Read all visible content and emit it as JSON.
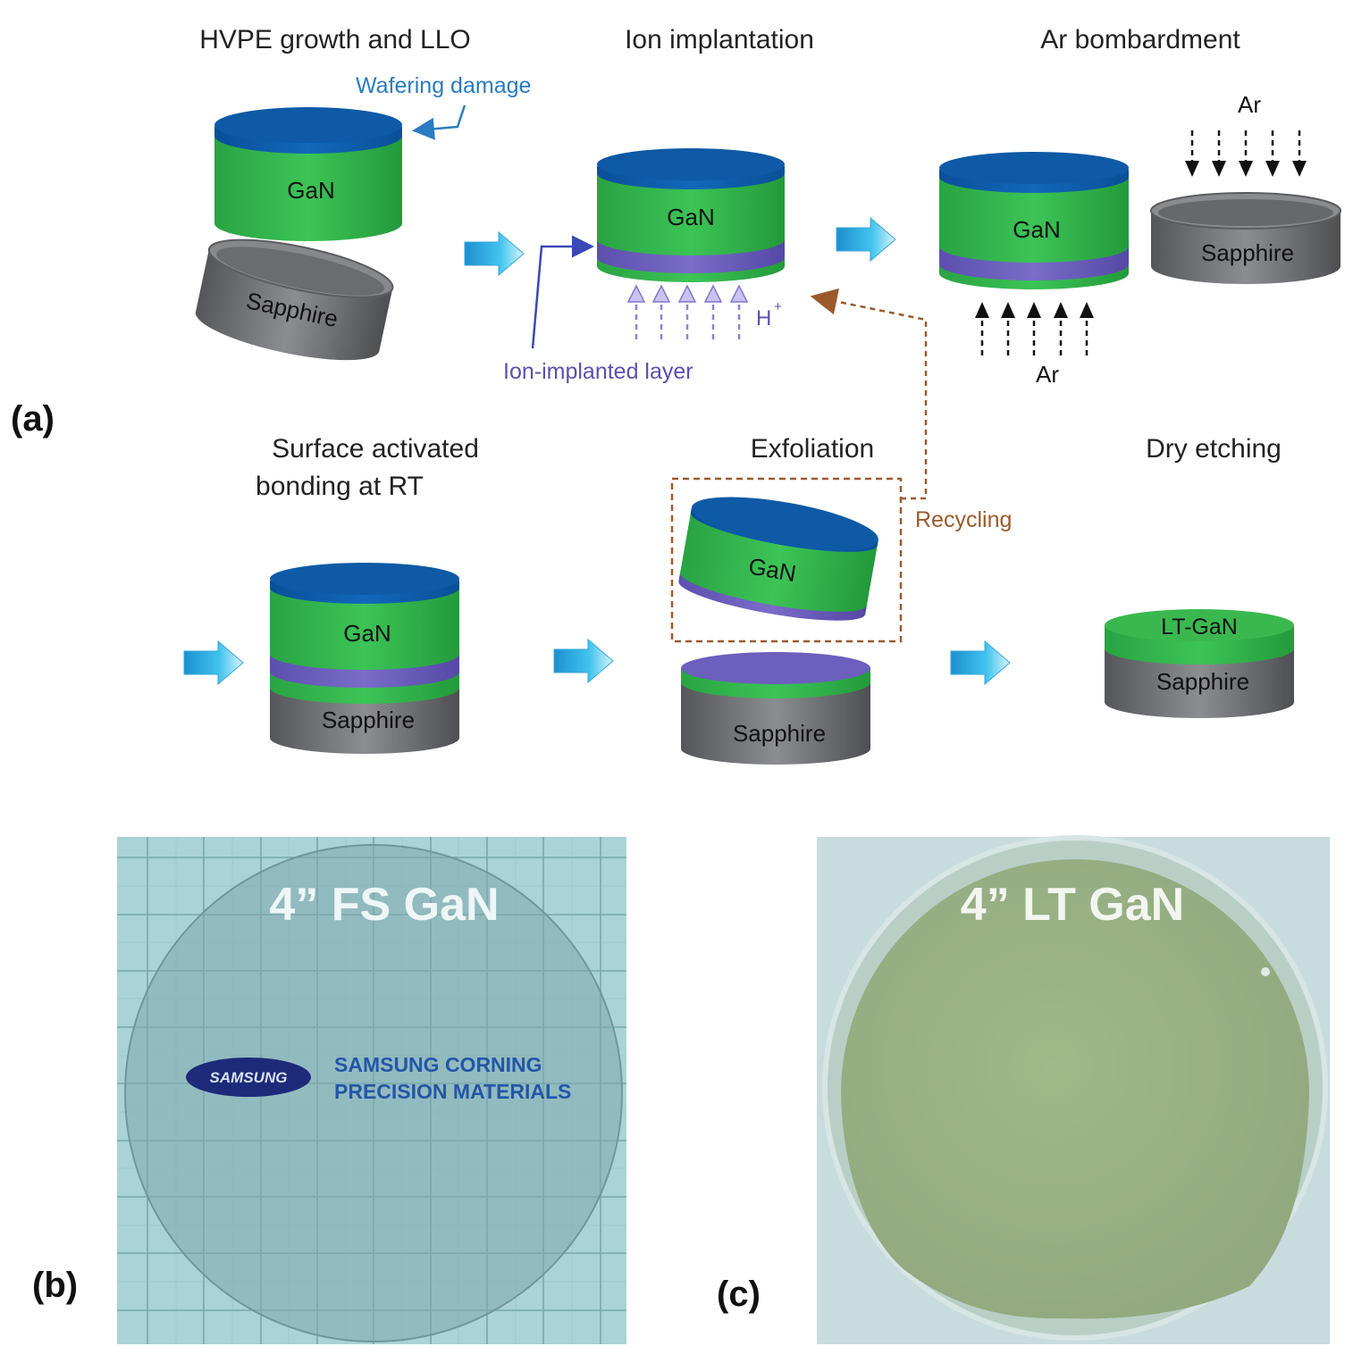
{
  "panel_a": {
    "label": "(a)",
    "steps": {
      "hvpe": "HVPE growth and LLO",
      "ion": "Ion implantation",
      "ar": "Ar bombardment",
      "sab_line1": "Surface activated",
      "sab_line2": "bonding at RT",
      "exfoliation": "Exfoliation",
      "dry_etching": "Dry etching"
    },
    "annotations": {
      "wafering_damage": "Wafering damage",
      "ion_layer": "Ion-implanted layer",
      "h_plus": "H",
      "h_plus_sup": "+",
      "ar_top": "Ar",
      "ar_bottom": "Ar",
      "recycling": "Recycling"
    },
    "layers": {
      "gan": "GaN",
      "sapphire": "Sapphire",
      "lt_gan": "LT-GaN"
    }
  },
  "panel_b": {
    "label": "(b)",
    "title": "4” FS GaN",
    "logo": "SAMSUNG",
    "brand_line1": "SAMSUNG CORNING",
    "brand_line2": "PRECISION MATERIALS"
  },
  "panel_c": {
    "label": "(c)",
    "title": "4” LT GaN"
  },
  "colors": {
    "gan_green": "#2fb54a",
    "gan_top_blue": "#0d5ba8",
    "implant_purple": "#6a5bb8",
    "sapphire_gray": "#6e6f73",
    "arrow_cyan": "#23a8de",
    "wafering_text": "#2a7bc2",
    "ion_text": "#5a50b0",
    "recycling_brown": "#9b5a2c",
    "photo_b_bg": "#a9d3d6",
    "photo_c_bg": "#c9dcdd",
    "lt_gan_disk": "#9db086"
  }
}
